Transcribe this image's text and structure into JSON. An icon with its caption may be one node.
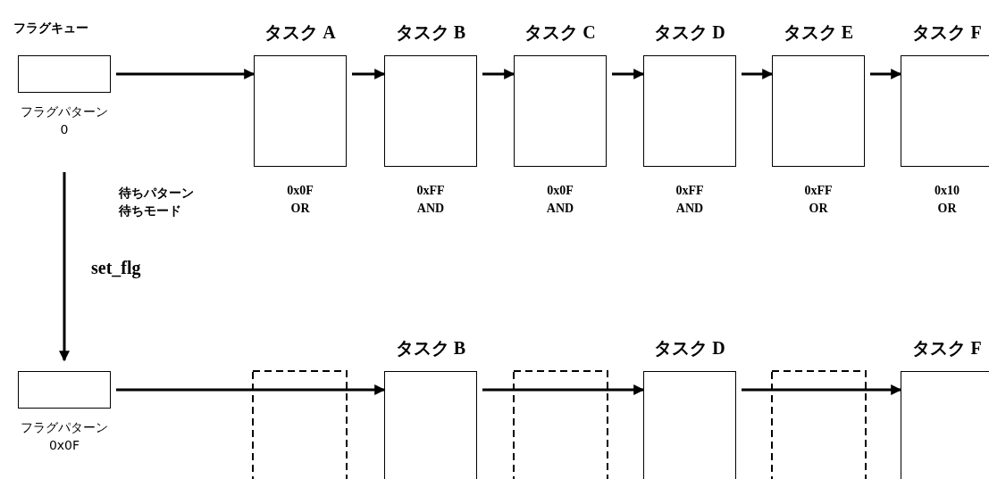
{
  "diagram": {
    "nodes": [
      {
        "text": [
          "フラグキュー"
        ],
        "beside": [
          "フラグパターン",
          "0"
        ]
      },
      {
        "text": [
          "タスク A"
        ],
        "beside": [
          "0x0F",
          "OR"
        ]
      },
      {
        "text": [
          "タスク B"
        ],
        "beside": [
          "0xFF",
          "AND"
        ]
      },
      {
        "text": [
          "タスク C"
        ],
        "beside": [
          "0x0F",
          "AND"
        ]
      },
      {
        "text": [
          "タスク D"
        ],
        "beside": [
          "0xFF",
          "AND"
        ]
      },
      {
        "text": [
          "タスク E"
        ],
        "beside": [
          "0xFF",
          "OR"
        ]
      },
      {
        "text": [
          "タスク F"
        ],
        "beside": [
          "0x10",
          "OR"
        ]
      },
      {
        "text": [],
        "shape": "box",
        "beside": [
          "フラグパターン",
          "0x0F"
        ]
      },
      {
        "text": [
          "タスク B"
        ]
      },
      {
        "text": [
          "タスク D"
        ]
      },
      {
        "text": [
          "タスク F"
        ]
      }
    ],
    "edges": [
      {
        "from": 0,
        "to": 1,
        "arrow": "to"
      },
      {
        "from": 1,
        "to": 2,
        "arrow": "to"
      },
      {
        "from": 2,
        "to": 3,
        "arrow": "to"
      },
      {
        "from": 3,
        "to": 4,
        "arrow": "to"
      },
      {
        "from": 4,
        "to": 5,
        "arrow": "to"
      },
      {
        "from": 5,
        "to": 6,
        "arrow": "to"
      },
      {
        "from": 0,
        "to": 7,
        "arrow": "to",
        "label": "set_flg"
      },
      {
        "from": 7,
        "to": 8,
        "arrow": "to"
      },
      {
        "from": 8,
        "to": 9,
        "arrow": "to"
      },
      {
        "from": 9,
        "to": 10,
        "arrow": "to"
      }
    ],
    "labels": [
      "待ちパターン",
      "待ちモード"
    ]
  }
}
